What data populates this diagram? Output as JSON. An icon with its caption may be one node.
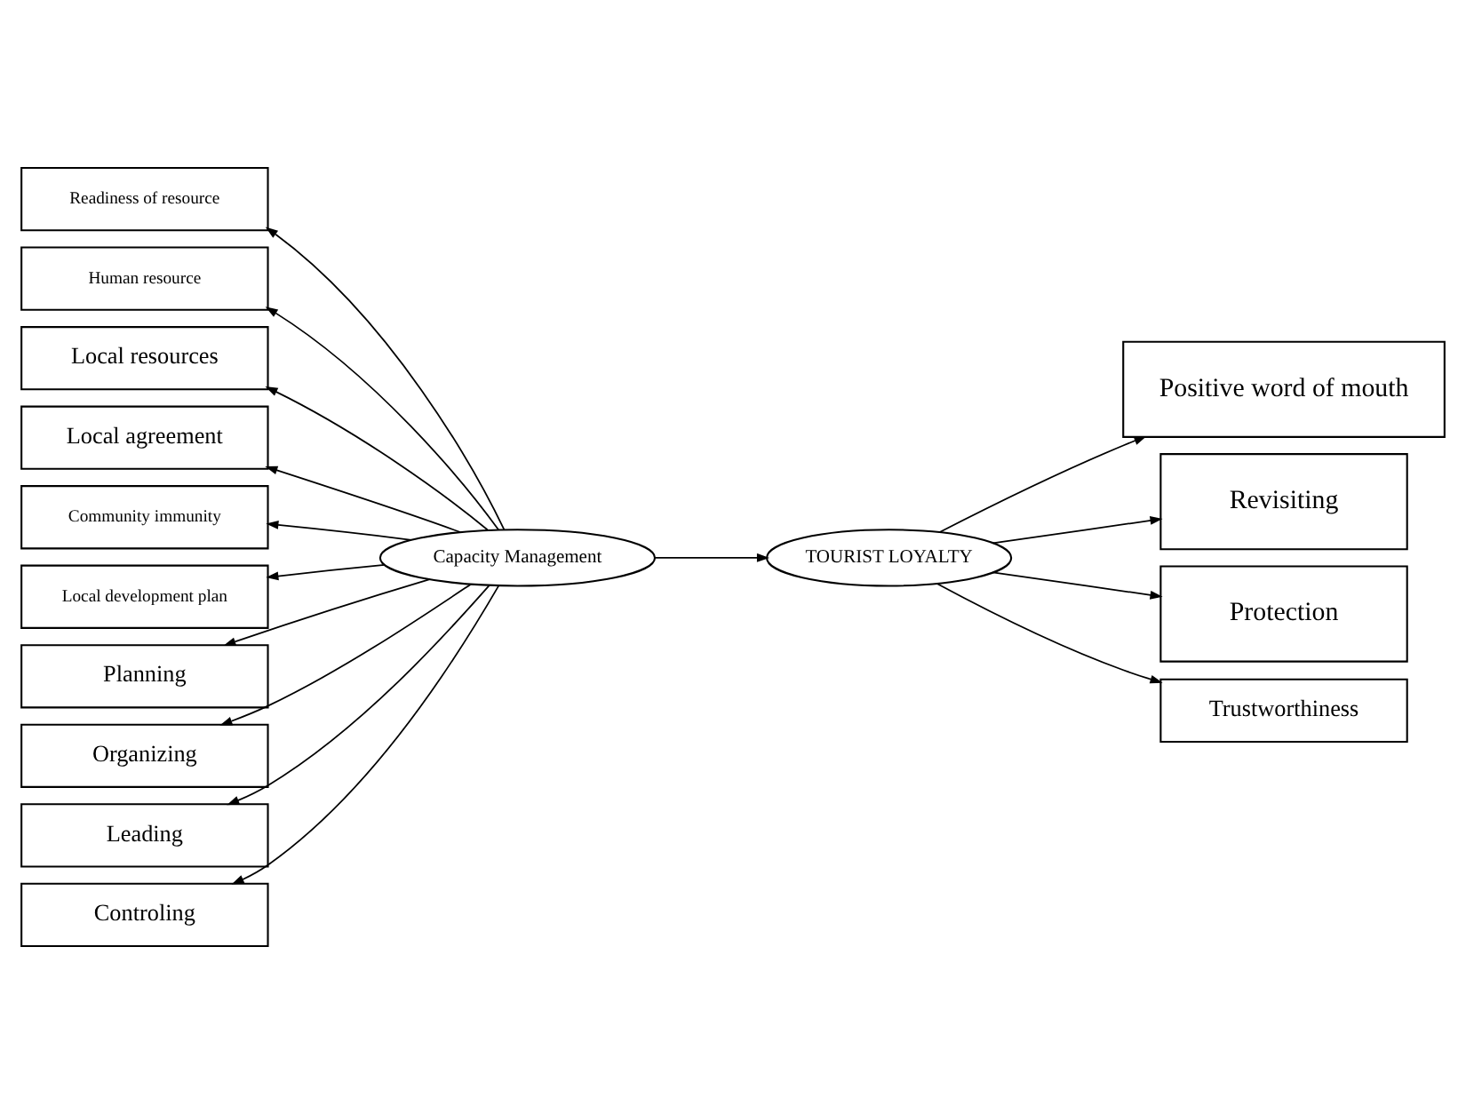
{
  "diagram": {
    "nodes": [
      {
        "text": [
          "Readiness of resource"
        ]
      },
      {
        "text": [
          "Human resource"
        ]
      },
      {
        "text": [
          "Local resources"
        ]
      },
      {
        "text": [
          "Local agreement"
        ]
      },
      {
        "text": [
          "Community immunity"
        ]
      },
      {
        "text": [
          "Local development plan"
        ]
      },
      {
        "text": [
          "Planning"
        ]
      },
      {
        "text": [
          "Organizing"
        ]
      },
      {
        "text": [
          "Leading"
        ]
      },
      {
        "text": [
          "Controling"
        ]
      },
      {
        "text": [
          "Capacity Management"
        ]
      },
      {
        "text": [
          "TOURIST LOYALTY"
        ]
      },
      {
        "text": [
          "Positive word of mouth"
        ]
      },
      {
        "text": [
          "Revisiting"
        ]
      },
      {
        "text": [
          "Protection"
        ]
      },
      {
        "text": [
          "Trustworthiness"
        ]
      }
    ],
    "edges": [
      {
        "from": 10,
        "to": 0,
        "arrow": "to"
      },
      {
        "from": 10,
        "to": 1,
        "arrow": "to"
      },
      {
        "from": 10,
        "to": 2,
        "arrow": "to"
      },
      {
        "from": 10,
        "to": 3,
        "arrow": "to"
      },
      {
        "from": 10,
        "to": 4,
        "arrow": "to"
      },
      {
        "from": 10,
        "to": 5,
        "arrow": "to"
      },
      {
        "from": 10,
        "to": 6,
        "arrow": "to"
      },
      {
        "from": 10,
        "to": 7,
        "arrow": "to"
      },
      {
        "from": 10,
        "to": 8,
        "arrow": "to"
      },
      {
        "from": 10,
        "to": 9,
        "arrow": "to"
      },
      {
        "from": 10,
        "to": 11,
        "arrow": "to"
      },
      {
        "from": 11,
        "to": 12,
        "arrow": "to"
      },
      {
        "from": 11,
        "to": 13,
        "arrow": "to"
      },
      {
        "from": 11,
        "to": 14,
        "arrow": "to"
      },
      {
        "from": 11,
        "to": 15,
        "arrow": "to"
      }
    ]
  }
}
